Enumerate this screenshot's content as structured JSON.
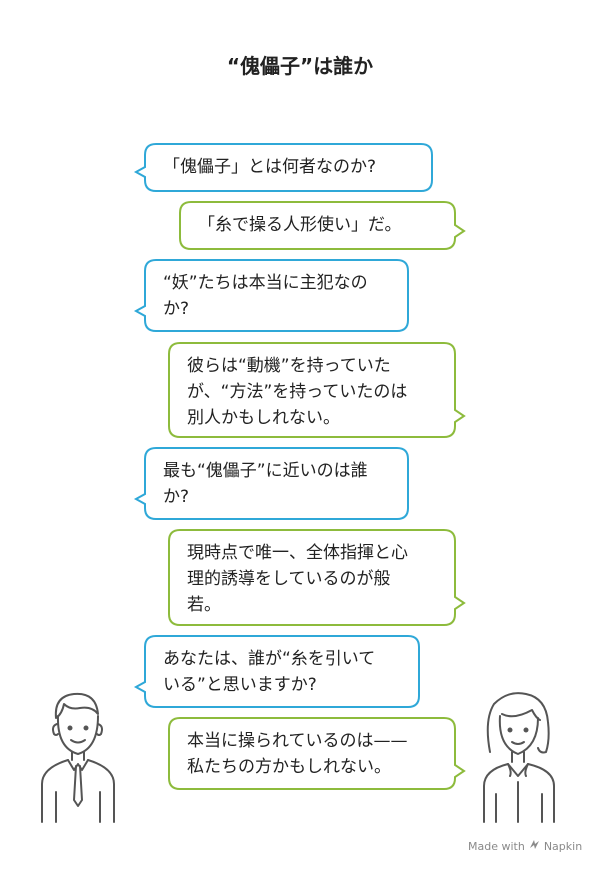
{
  "title": "“傀儡子”は誰か",
  "colors": {
    "blue": "#2fa8d8",
    "green": "#8dbb3c"
  },
  "messages": [
    {
      "speaker": "man",
      "color": "blue",
      "text": "「傀儡子」とは何者なのか?"
    },
    {
      "speaker": "woman",
      "color": "green",
      "text": "「糸で操る人形使い」だ。"
    },
    {
      "speaker": "man",
      "color": "blue",
      "text": "“妖”たちは本当に主犯なの\nか?"
    },
    {
      "speaker": "woman",
      "color": "green",
      "text": "彼らは“動機”を持っていた\nが、“方法”を持っていたのは\n別人かもしれない。"
    },
    {
      "speaker": "man",
      "color": "blue",
      "text": "最も“傀儡子”に近いのは誰\nか?"
    },
    {
      "speaker": "woman",
      "color": "green",
      "text": "現時点で唯一、全体指揮と心\n理的誘導をしているのが般\n若。"
    },
    {
      "speaker": "man",
      "color": "blue",
      "text": "あなたは、誰が“糸を引いて\nいる”と思いますか?"
    },
    {
      "speaker": "woman",
      "color": "green",
      "text": "本当に操られているのは——\n私たちの方かもしれない。"
    }
  ],
  "footer": {
    "made_with": "Made with",
    "brand": "Napkin",
    "icon": "napkin-logo-icon"
  }
}
